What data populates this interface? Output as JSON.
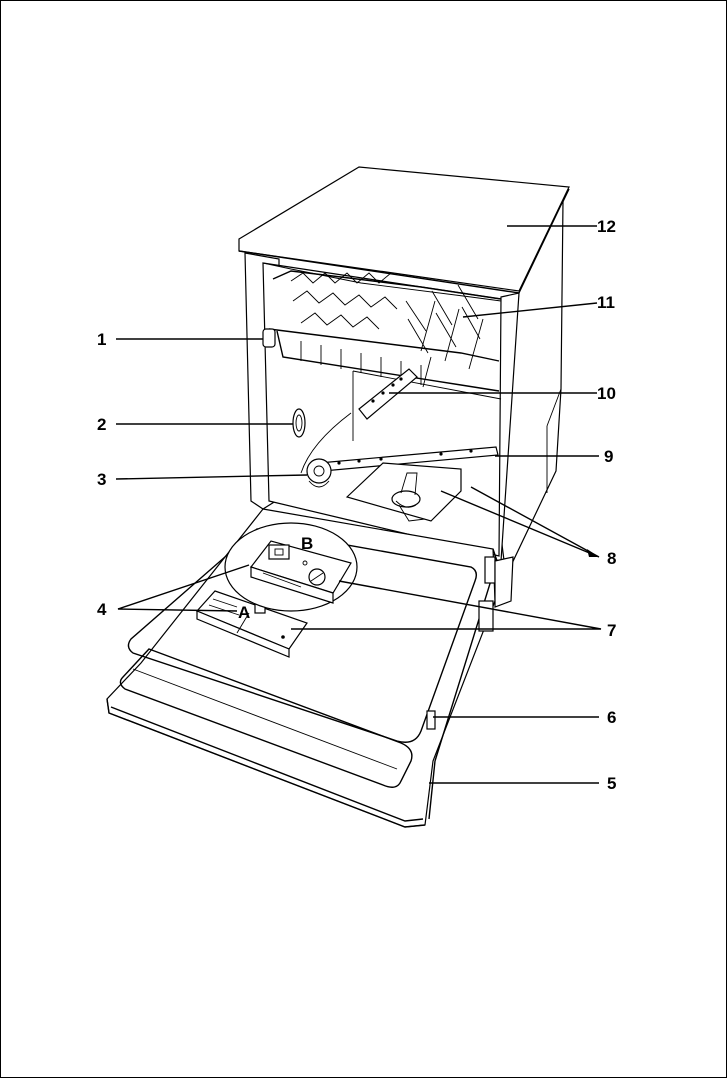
{
  "diagram": {
    "labels": {
      "n1": "1",
      "n2": "2",
      "n3": "3",
      "n4": "4",
      "n5": "5",
      "n6": "6",
      "n7": "7",
      "n8": "8",
      "n9": "9",
      "n10": "10",
      "n11": "11",
      "n12": "12",
      "a": "A",
      "b": "B"
    }
  }
}
